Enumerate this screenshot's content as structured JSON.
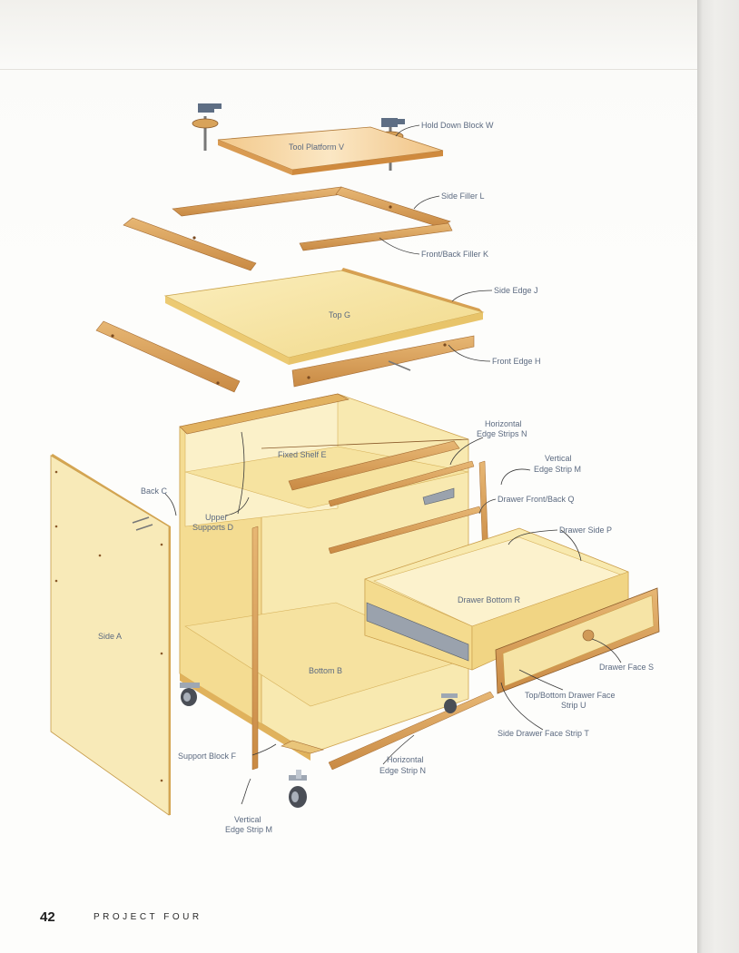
{
  "page": {
    "number": "42",
    "running_head": "PROJECT FOUR"
  },
  "colors": {
    "plywood": "#f6e6a6",
    "plywood_edge": "#e8c46a",
    "solid_wood": "#d49a52",
    "label_text": "#5c6a80"
  },
  "labels": {
    "hold_down_block": "Hold Down Block W",
    "tool_platform": "Tool Platform V",
    "side_filler": "Side Filler L",
    "front_back_filler": "Front/Back Filler K",
    "side_edge": "Side Edge J",
    "top": "Top G",
    "front_edge": "Front Edge H",
    "horizontal_edge_strips_1": "Horizontal",
    "horizontal_edge_strips_2": "Edge Strips N",
    "vertical_edge_strip_top_1": "Vertical",
    "vertical_edge_strip_top_2": "Edge Strip M",
    "fixed_shelf": "Fixed Shelf E",
    "back": "Back C",
    "upper_supports_1": "Upper",
    "upper_supports_2": "Supports D",
    "drawer_front_back": "Drawer Front/Back Q",
    "drawer_side": "Drawer Side P",
    "drawer_bottom": "Drawer Bottom R",
    "side": "Side A",
    "bottom": "Bottom B",
    "drawer_face": "Drawer Face S",
    "top_bottom_face_strip_1": "Top/Bottom Drawer Face",
    "top_bottom_face_strip_2": "Strip U",
    "side_drawer_face_strip": "Side Drawer Face Strip T",
    "support_block": "Support Block F",
    "horizontal_edge_strip_low_1": "Horizontal",
    "horizontal_edge_strip_low_2": "Edge Strip N",
    "vertical_edge_strip_low_1": "Vertical",
    "vertical_edge_strip_low_2": "Edge Strip M"
  }
}
